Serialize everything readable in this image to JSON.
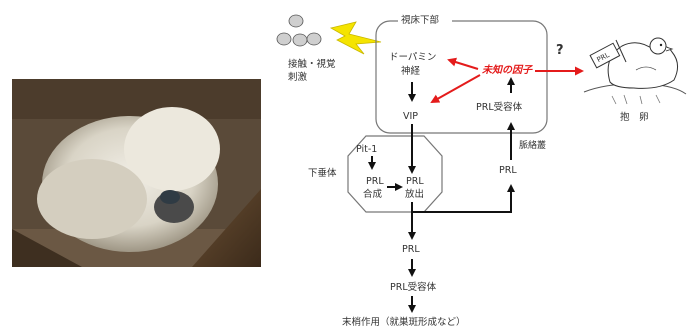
{
  "photo": {
    "subject_icon": "silkie-hen-photo"
  },
  "diagram": {
    "hypothalamus": "視床下部",
    "dopamine_neuron": [
      "ドーパミン",
      "神経"
    ],
    "vip": "VIP",
    "prl_receptor_upper": "PRL受容体",
    "unknown_factor": "未知の因子",
    "question_mark": "?",
    "stimulus": [
      "接触・視覚",
      "刺激"
    ],
    "pituitary": "下垂体",
    "pit1": "Pit-1",
    "prl_synthesis": [
      "PRL",
      "合成"
    ],
    "prl_release": [
      "PRL",
      "放出"
    ],
    "portal_vessel": "脈絡叢",
    "prl_side": "PRL",
    "prl_bottom": "PRL",
    "prl_receptor_bottom": "PRL受容体",
    "peripheral_action": "末梢作用（就巣斑形成など）",
    "broodiness": "抱　卵",
    "nest_sign": "PRL"
  },
  "colors": {
    "red_arrow": "#e41b1b",
    "lightning": "#f5e400"
  }
}
